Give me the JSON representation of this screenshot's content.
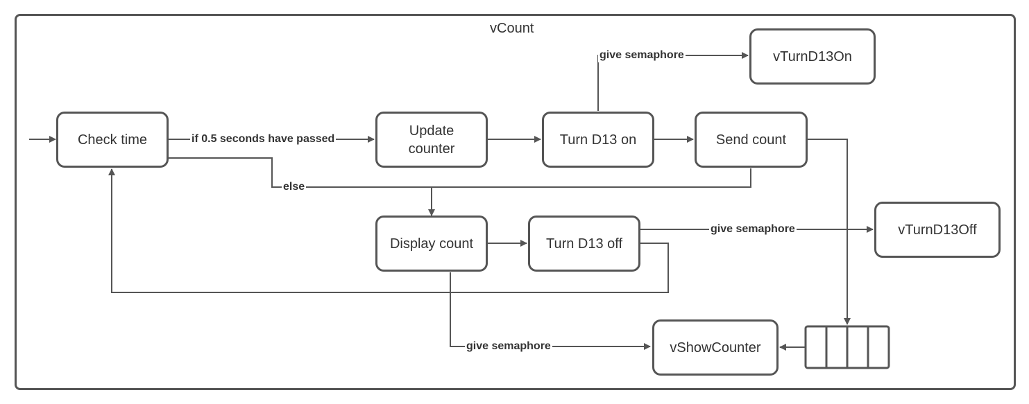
{
  "diagram": {
    "title": "vCount",
    "nodes": {
      "check_time": "Check time",
      "update_counter": "Update\ncounter",
      "turn_d13_on": "Turn D13 on",
      "send_count": "Send count",
      "display_count": "Display count",
      "turn_d13_off": "Turn D13 off",
      "v_turn_d13_on": "vTurnD13On",
      "v_turn_d13_off": "vTurnD13Off",
      "v_show_counter": "vShowCounter"
    },
    "edge_labels": {
      "if_passed": "if 0.5 seconds have passed",
      "else": "else",
      "give_semaphore_on": "give semaphore",
      "give_semaphore_off": "give semaphore",
      "give_semaphore_show": "give semaphore"
    },
    "colors": {
      "stroke": "#555555",
      "text": "#333333"
    }
  }
}
